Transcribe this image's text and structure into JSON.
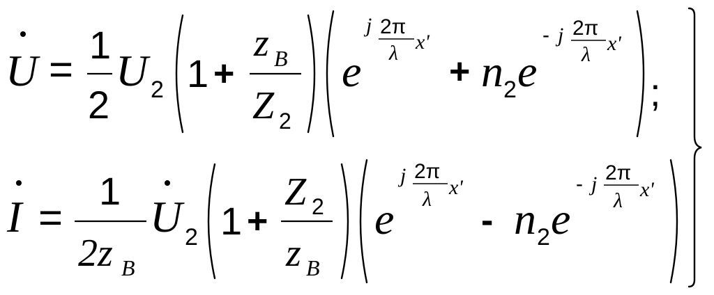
{
  "equation1": {
    "lhs": "U",
    "equals": "=",
    "coef_num": "1",
    "coef_den": "2",
    "u": "U",
    "u_sub": "2",
    "one": "1",
    "plus": "+",
    "frac_num": "z",
    "frac_num_sub": "B",
    "frac_den": "Z",
    "frac_den_sub": "2",
    "e1": "e",
    "e1_j": "j",
    "e1_num": "2π",
    "e1_den": "λ",
    "e1_x": "x'",
    "op": "+",
    "n": "n",
    "n_sub": "2",
    "e2": "e",
    "e2_minus": "-",
    "e2_j": "j",
    "e2_num": "2π",
    "e2_den": "λ",
    "e2_x": "x'",
    "semicolon": ";"
  },
  "equation2": {
    "lhs": "I",
    "equals": "=",
    "coef_num": "1",
    "coef_den": "2z",
    "coef_den_sub": "B",
    "u": "U",
    "u_sub": "2",
    "one": "1",
    "plus": "+",
    "frac_num": "Z",
    "frac_num_sub": "2",
    "frac_den": "z",
    "frac_den_sub": "B",
    "e1": "e",
    "e1_j": "j",
    "e1_num": "2π",
    "e1_den": "λ",
    "e1_x": "x'",
    "op": "-",
    "n": "n",
    "n_sub": "2",
    "e2": "e",
    "e2_minus": "-",
    "e2_j": "j",
    "e2_num": "2π",
    "e2_den": "λ",
    "e2_x": "x'"
  }
}
